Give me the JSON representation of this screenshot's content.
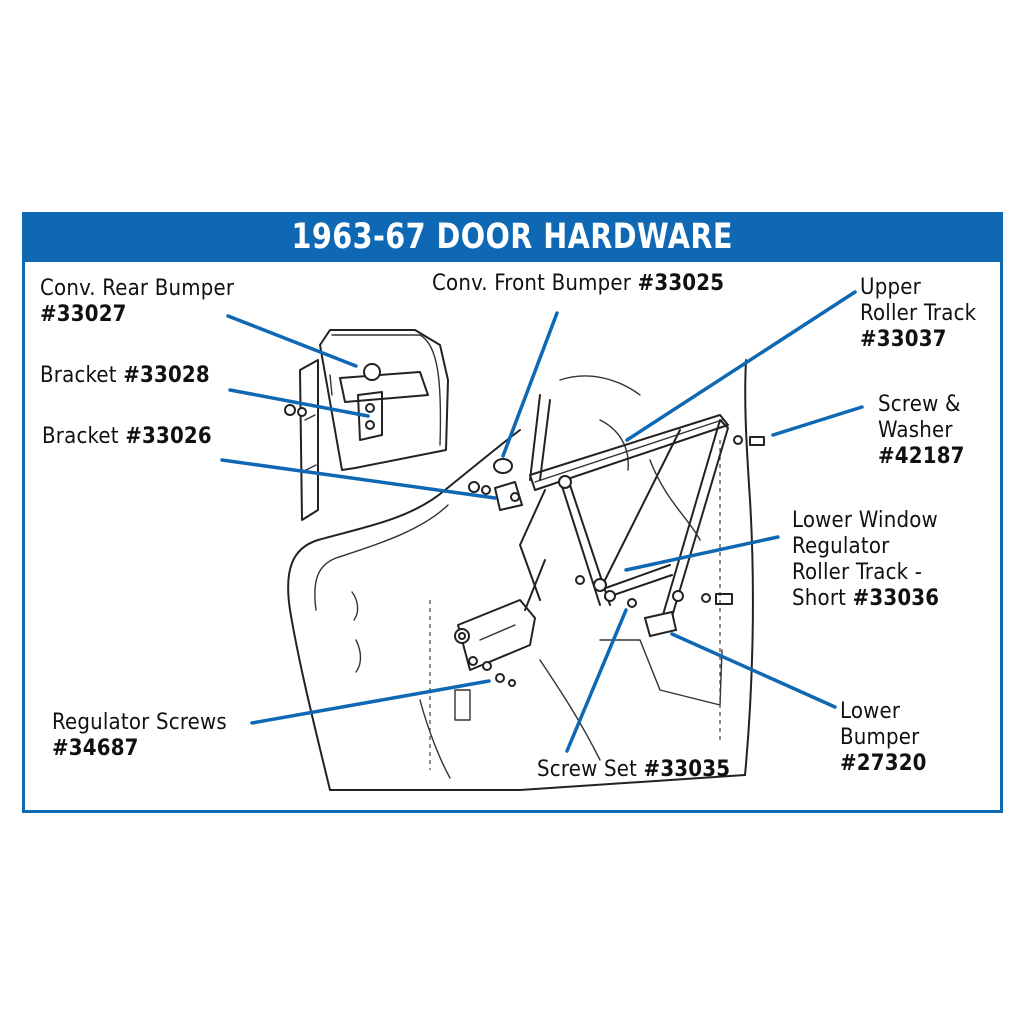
{
  "title": "1963-67 DOOR HARDWARE",
  "colors": {
    "accent": "#0e68b3",
    "text": "#111111",
    "background": "#ffffff"
  },
  "labels": {
    "conv_rear_bumper": {
      "name": "Conv. Rear Bumper",
      "part": "#33027"
    },
    "conv_front_bumper": {
      "name": "Conv. Front Bumper",
      "part": "#33025"
    },
    "upper_roller_track": {
      "line1": "Upper",
      "line2": "Roller Track",
      "part": "#33037"
    },
    "bracket_33028": {
      "name": "Bracket",
      "part": "#33028"
    },
    "bracket_33026": {
      "name": "Bracket",
      "part": "#33026"
    },
    "screw_washer": {
      "line1": "Screw &",
      "line2": "Washer",
      "part": "#42187"
    },
    "lower_window_track": {
      "line1": "Lower Window",
      "line2": "Regulator",
      "line3": "Roller Track -",
      "line4": "Short",
      "part": "#33036"
    },
    "regulator_screws": {
      "name": "Regulator Screws",
      "part": "#34687"
    },
    "screw_set": {
      "name": "Screw Set",
      "part": "#33035"
    },
    "lower_bumper": {
      "line1": "Lower",
      "line2": "Bumper",
      "part": "#27320"
    }
  }
}
